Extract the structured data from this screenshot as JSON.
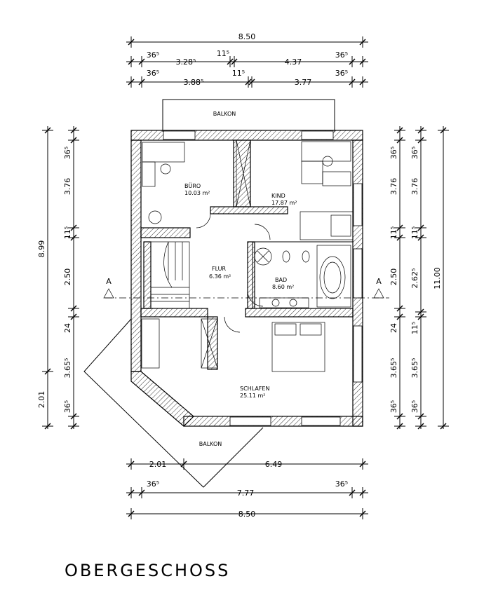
{
  "title": "OBERGESCHOSS",
  "rooms": {
    "balkon_top": "BALKON",
    "balkon_bottom": "BALKON",
    "buero_name": "BÜRO",
    "buero_area": "10.03 m²",
    "kind_name": "KIND",
    "kind_area": "17.87 m²",
    "flur_name": "FLUR",
    "flur_area": "6.36 m²",
    "bad_name": "BAD",
    "bad_area": "8.60 m²",
    "schlafen_name": "SCHLAFEN",
    "schlafen_area": "25.11 m²"
  },
  "section_marks": {
    "left": "A",
    "right": "A"
  },
  "dims_top": {
    "total": "8.50",
    "r2_a": "36⁵",
    "r2_b": "3.28⁵",
    "r2_c": "11⁵",
    "r2_d": "4.37",
    "r2_e": "36⁵",
    "r3_a": "36⁵",
    "r3_b": "3.88⁵",
    "r3_c": "11⁵",
    "r3_d": "3.77",
    "r3_e": "36⁵"
  },
  "dims_bottom": {
    "r1_a": "2.01",
    "r1_b": "6.49",
    "r2_a": "36⁵",
    "r2_b": "7.77",
    "r2_c": "36⁵",
    "total": "8.50"
  },
  "dims_left": {
    "total": "8.99",
    "bottom": "2.01",
    "i1": "36⁵",
    "i2": "3.76",
    "i3": "11⁵",
    "i4": "2.50",
    "i5": "24",
    "i6": "3.65⁵",
    "i7": "36⁵"
  },
  "dims_right1": {
    "i1": "36⁵",
    "i2": "3.76",
    "i3": "11⁵",
    "i4": "2.50",
    "i5": "24",
    "i6": "3.65⁵",
    "i7": "36⁵"
  },
  "dims_right2": {
    "i1": "36⁵",
    "i2": "3.76",
    "i3": "11⁵",
    "i4": "2.62⁵",
    "i5": "11⁵",
    "i6": "3.65⁵",
    "i7": "36⁵"
  },
  "dims_right_total": "11.00"
}
